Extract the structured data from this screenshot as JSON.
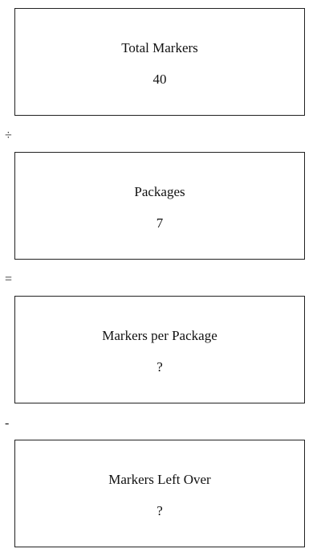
{
  "boxes": [
    {
      "label": "Total Markers",
      "value": "40"
    },
    {
      "label": "Packages",
      "value": "7"
    },
    {
      "label": "Markers per Package",
      "value": "?"
    },
    {
      "label": "Markers Left Over",
      "value": "?"
    }
  ],
  "operators": [
    "÷",
    "=",
    "-"
  ]
}
